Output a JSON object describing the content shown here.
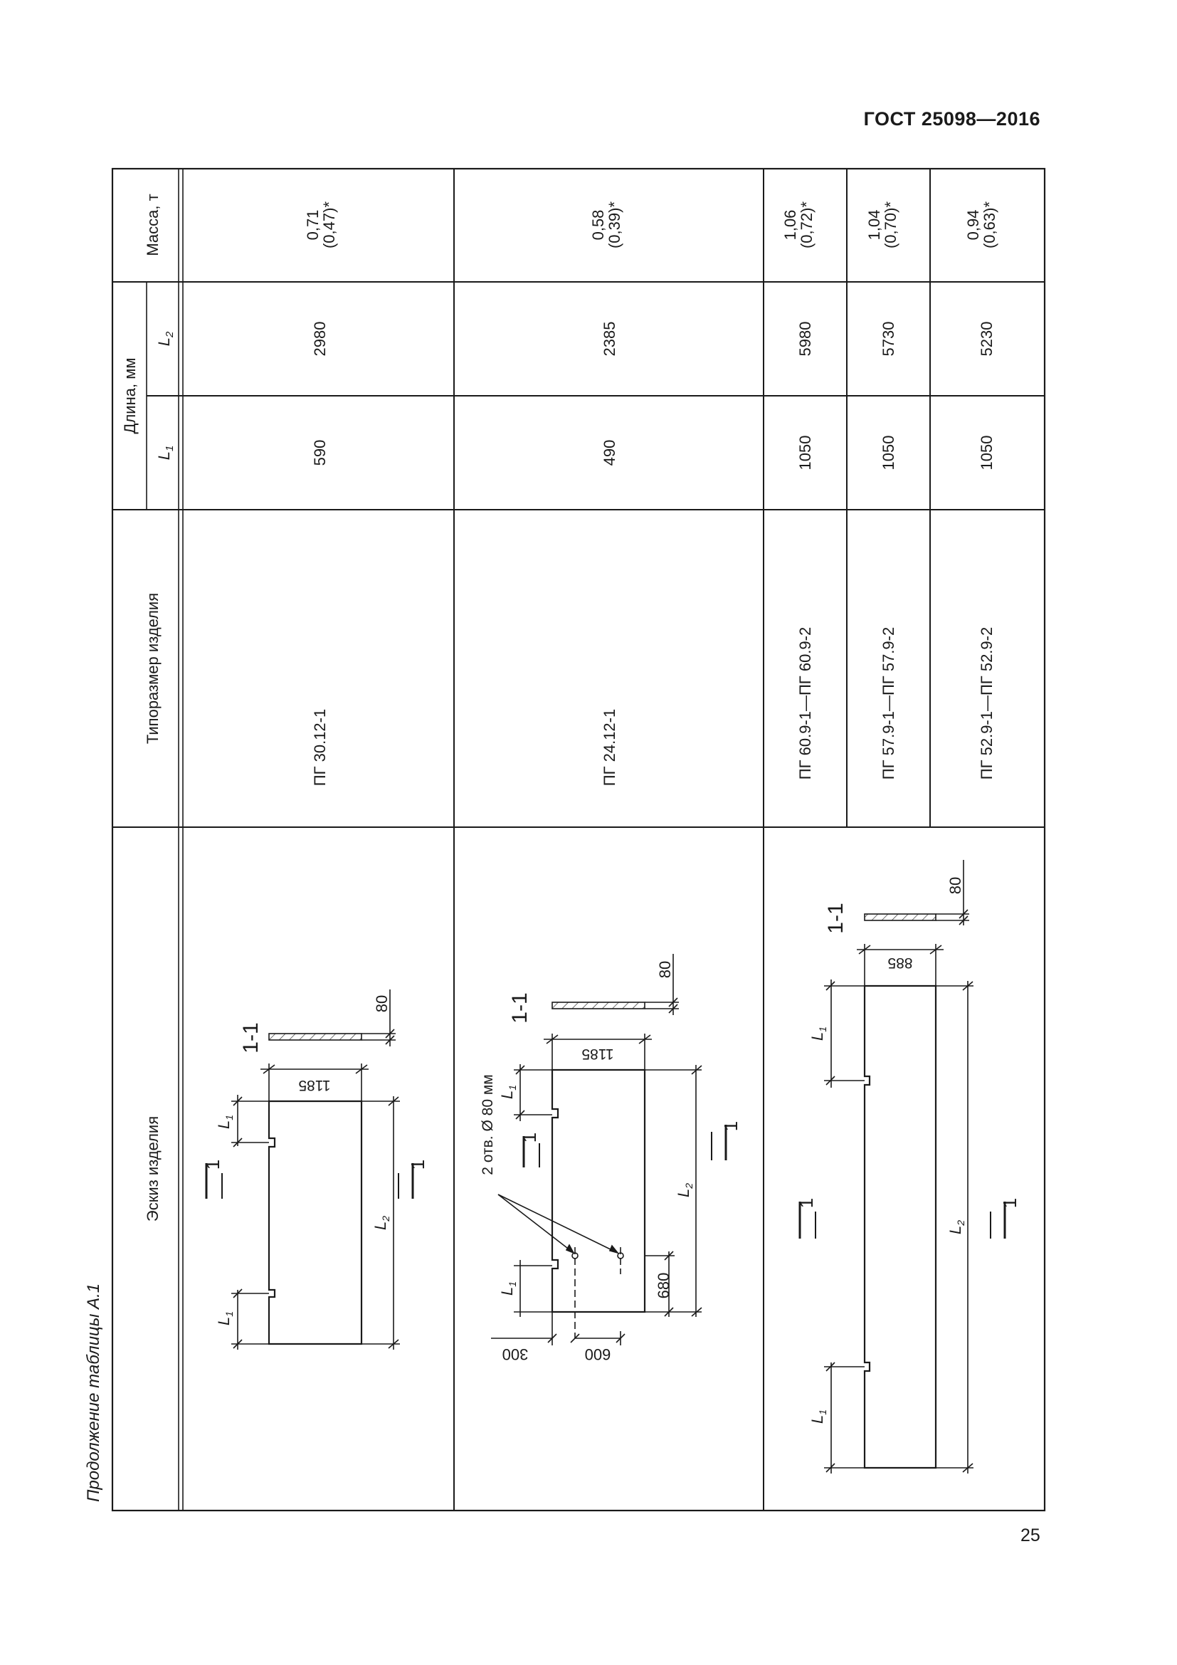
{
  "header": {
    "standard": "ГОСТ 25098—2016"
  },
  "caption": "Продолжение таблицы А.1",
  "page_number": "25",
  "table": {
    "headers": {
      "sketch": "Эскиз изделия",
      "type": "Типоразмер изделия",
      "length": "Длина, мм",
      "l1": "L",
      "l1_sub": "1",
      "l2": "L",
      "l2_sub": "2",
      "mass": "Масса, т"
    },
    "rows": [
      {
        "type": "ПГ 30.12-1",
        "l1": "590",
        "l2": "2980",
        "mass": "0,71",
        "mass_alt": "(0,47)*"
      },
      {
        "type": "ПГ 24.12-1",
        "l1": "490",
        "l2": "2385",
        "mass": "0,58",
        "mass_alt": "(0,39)*"
      },
      {
        "type": "ПГ 60.9-1—ПГ 60.9-2",
        "l1": "1050",
        "l2": "5980",
        "mass": "1,06",
        "mass_alt": "(0,72)*"
      },
      {
        "type": "ПГ 57.9-1—ПГ 57.9-2",
        "l1": "1050",
        "l2": "5730",
        "mass": "1,04",
        "mass_alt": "(0,70)*"
      },
      {
        "type": "ПГ 52.9-1—ПГ 52.9-2",
        "l1": "1050",
        "l2": "5230",
        "mass": "0,94",
        "mass_alt": "(0,63)*"
      }
    ]
  },
  "sketches": {
    "s1": {
      "width": "1185",
      "section": "1-1",
      "thickness": "80",
      "l1": "L",
      "l1_sub": "1",
      "l2": "L",
      "l2_sub": "2",
      "mark": "1"
    },
    "s2": {
      "width": "1185",
      "section": "1-1",
      "thickness": "80",
      "holes": "2 отв. Ø 80 мм",
      "d680": "680",
      "d600": "600",
      "d300": "300",
      "l1": "L",
      "l1_sub": "1",
      "l2": "L",
      "l2_sub": "2",
      "mark": "1"
    },
    "s3": {
      "width": "885",
      "section": "1-1",
      "thickness": "80",
      "l1": "L",
      "l1_sub": "1",
      "l2": "L",
      "l2_sub": "2",
      "mark": "1"
    }
  }
}
